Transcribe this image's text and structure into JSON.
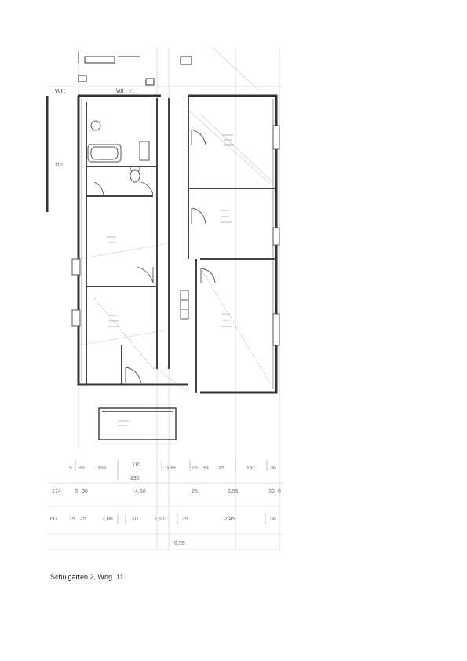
{
  "caption": "Schulgarten 2, Whg. 11",
  "plan_labels": {
    "wc_left": "WC",
    "wc_right": "WC 11",
    "side_left": "110"
  },
  "dimensions": {
    "row1": [
      "5",
      "35",
      "152",
      "110",
      "230",
      "199",
      "25",
      "35",
      "15",
      "157",
      "36"
    ],
    "row2": [
      "174",
      "5",
      "30",
      "4,60",
      "25",
      "3,95",
      "30",
      "6"
    ],
    "row3": [
      "60",
      "25",
      "25",
      "2,00",
      "10",
      "2,60",
      "25",
      "2,45",
      "38"
    ],
    "total": "6,59"
  }
}
